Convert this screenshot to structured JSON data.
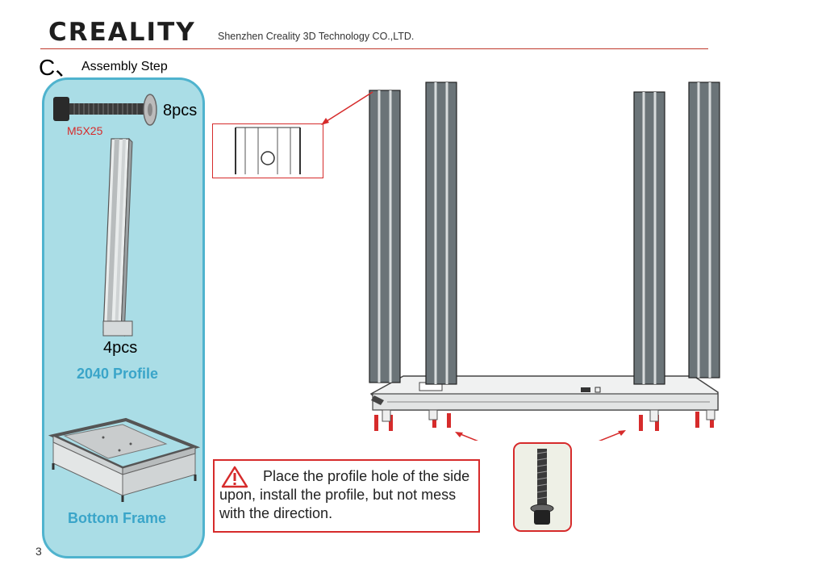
{
  "header": {
    "brand": "CREALITY",
    "company": "Shenzhen Creality 3D Technology CO.,LTD."
  },
  "step": {
    "letter": "C、",
    "title": "Assembly Step"
  },
  "parts": {
    "screw_qty": "8pcs",
    "screw_size": "M5X25",
    "profile_qty": "4pcs",
    "profile_name": "2040 Profile",
    "frame_name": "Bottom Frame"
  },
  "instruction": {
    "text": "Place the profile hole of  the side upon, install the profile, but not mess with the direction."
  },
  "page": {
    "number": "3"
  },
  "colors": {
    "accent_red": "#d62b2b",
    "panel_fill": "#aadde6",
    "panel_border": "#4fb3ce",
    "label_blue": "#3aa5c9"
  },
  "icons": [
    "warning-icon",
    "arrow-icon"
  ]
}
